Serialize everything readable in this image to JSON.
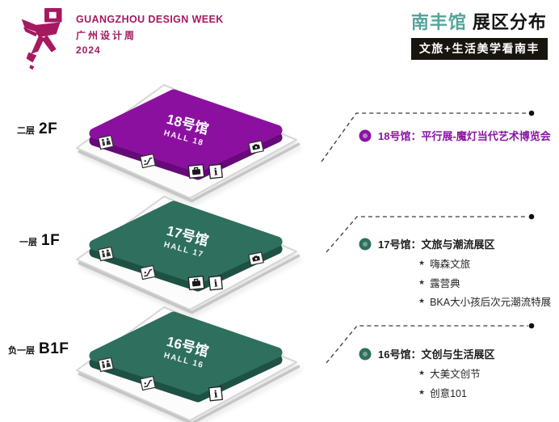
{
  "header": {
    "logo": {
      "line1": "GUANGZHOU DESIGN WEEK",
      "line2": "广州设计周",
      "line3": "2024"
    },
    "title": {
      "hall": "南丰馆",
      "rest": "展区分布",
      "subtitle": "文旅+生活美学看南丰"
    }
  },
  "colors": {
    "brand_magenta": "#a5195f",
    "title_teal": "#54a49a",
    "subtitle_bg": "#18140e",
    "hall18_purple": "#8c10a0",
    "hall18_purple_side": "#650a78",
    "hall17_teal": "#2e6f5e",
    "hall16_teal": "#2e6f5e",
    "teal_side": "#1d5143",
    "dashed_line": "#3a3a3a",
    "annotation18_text": "#8a14a5"
  },
  "floors": [
    {
      "level_cn": "二层",
      "level_en": "2F",
      "hall_cn": "18号馆",
      "hall_en": "HALL 18",
      "color_top": "#8c10a0",
      "color_side": "#650a78"
    },
    {
      "level_cn": "一层",
      "level_en": "1F",
      "hall_cn": "17号馆",
      "hall_en": "HALL 17",
      "color_top": "#2e6f5e",
      "color_side": "#1d5143"
    },
    {
      "level_cn": "负一层",
      "level_en": "B1F",
      "hall_cn": "16号馆",
      "hall_en": "HALL 16",
      "color_top": "#2e6f5e",
      "color_side": "#1d5143"
    }
  ],
  "facility_icons": {
    "restroom": "two-figures",
    "escalator": "diagonal-steps",
    "baggage": "briefcase",
    "info_glyph": "i",
    "camera": "camera"
  },
  "bullet_glyph": "★",
  "annotations": [
    {
      "hall_label": "18号馆：",
      "title": "平行展-魔灯当代艺术博览会",
      "badge_color": "#8a14a5",
      "items": []
    },
    {
      "hall_label": "17号馆：",
      "title": "文旅与潮流展区",
      "badge_color": "#2e6f5e",
      "items": [
        "嗨森文旅",
        "露营典",
        "BKA大小孩后次元潮流特展"
      ]
    },
    {
      "hall_label": "16号馆：",
      "title": "文创与生活展区",
      "badge_color": "#2e6f5e",
      "items": [
        "大美文创节",
        "创意101"
      ]
    }
  ]
}
